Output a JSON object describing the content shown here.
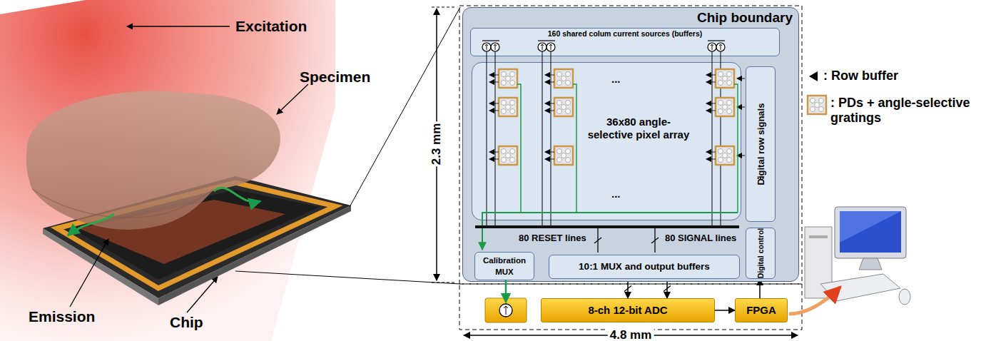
{
  "diagram": {
    "nodes": [
      {
        "text": [
          "Chip boundary"
        ]
      },
      {
        "text": [
          "160 shared colum current sources (buffers)"
        ],
        "in": 0
      },
      {
        "text": [
          "...",
          "36x80 angle-selective pixel array",
          "..."
        ],
        "in": 0
      },
      {
        "text": [
          "Digital row signals",
          "..."
        ],
        "in": 0
      },
      {
        "text": [
          "Digital control"
        ],
        "in": 0
      },
      {
        "text": [
          "Calibration MUX"
        ],
        "in": 0
      },
      {
        "text": [
          "10:1 MUX and output buffers"
        ],
        "in": 0
      },
      {
        "text": [
          "8-ch 12-bit ADC"
        ]
      },
      {
        "text": [
          "FPGA"
        ]
      }
    ],
    "edges": [
      {
        "from": 6,
        "to": 7,
        "arrow": "to"
      },
      {
        "from": 6,
        "to": 7,
        "arrow": "to"
      },
      {
        "from": 7,
        "to": 8,
        "arrow": "to"
      },
      {
        "from": 8,
        "to": 4,
        "arrow": "to"
      },
      {
        "from": 4,
        "to": 3,
        "arrow": "none"
      },
      {
        "from": 5,
        "to": 6,
        "arrow": "none"
      }
    ],
    "labels": [
      "Excitation",
      "Specimen",
      "Emission",
      "Chip",
      "2.3 mm",
      "80 RESET lines",
      "80 SIGNAL lines",
      "4.8 mm"
    ],
    "legend": [
      {
        "text": ": Row buffer"
      },
      {
        "text": ": PDs + angle-selective gratings"
      }
    ]
  }
}
